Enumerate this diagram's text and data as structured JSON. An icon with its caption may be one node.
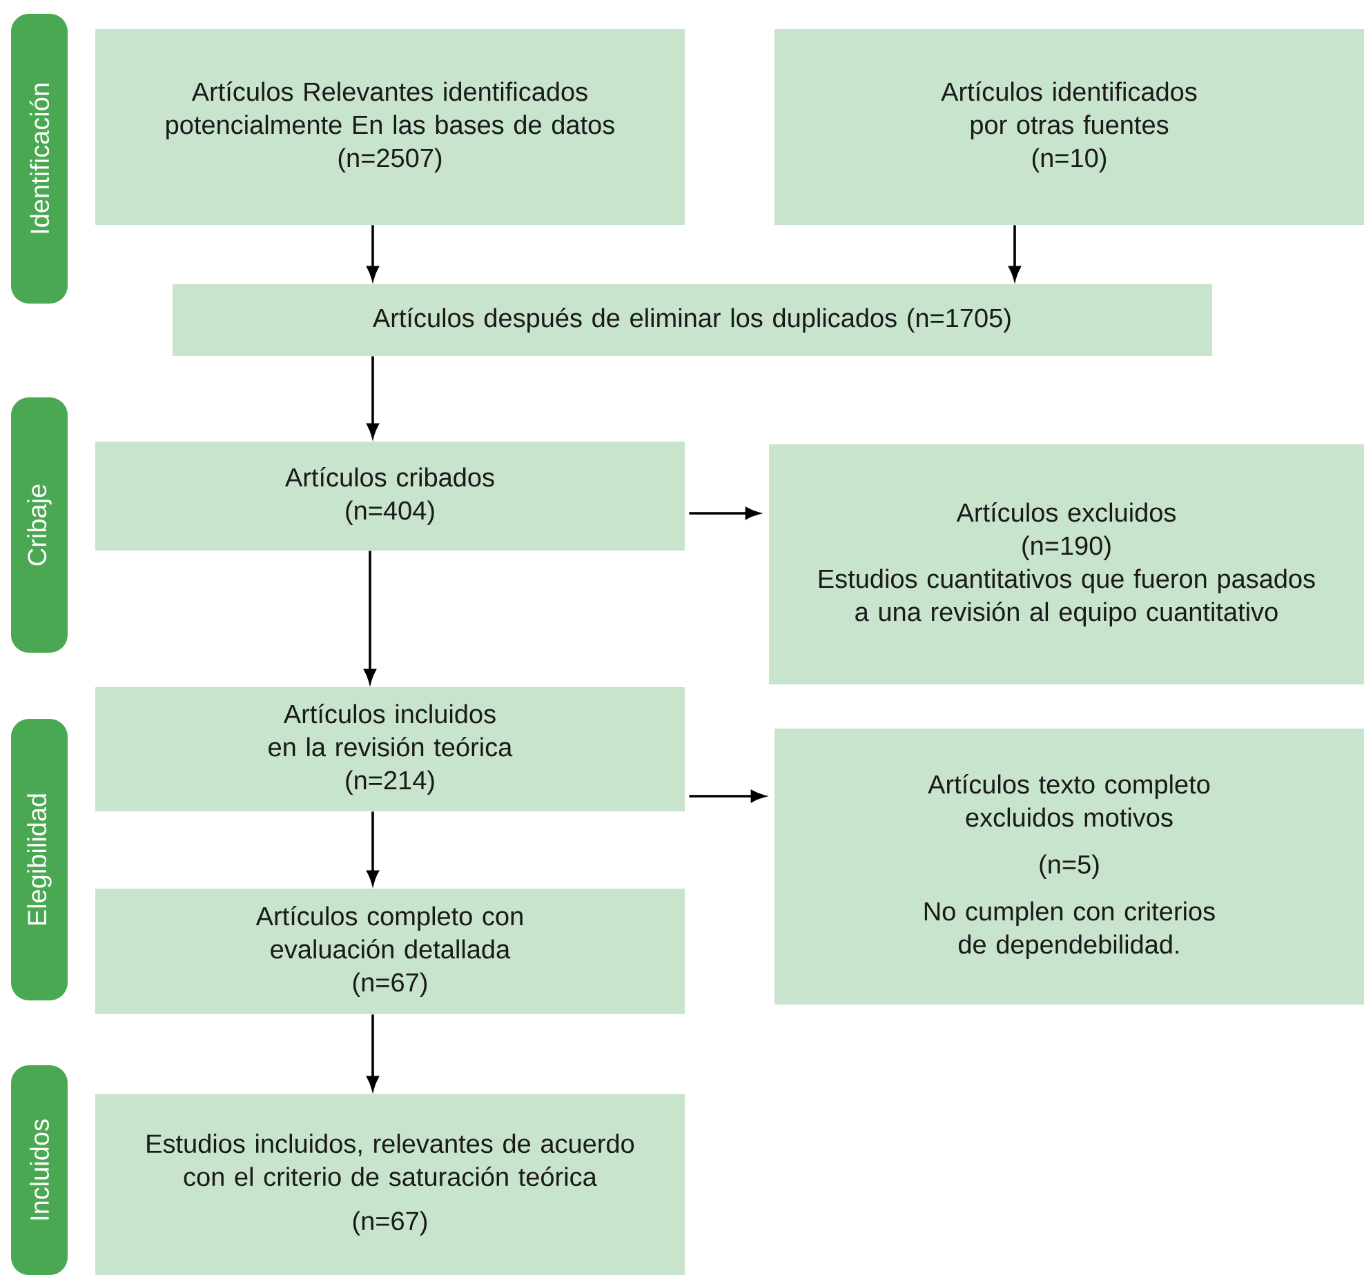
{
  "diagram": {
    "nodes": [
      {
        "text": [
          "Identificación"
        ]
      },
      {
        "text": [
          "Artículos Relevantes identificados potencialmente En las bases de datos",
          "(n=2507)"
        ]
      },
      {
        "text": [
          "Artículos identificados por otras fuentes",
          "(n=10)"
        ]
      },
      {
        "text": [
          "Artículos después de eliminar los duplicados (n=1705)"
        ]
      },
      {
        "text": [
          "Cribaje"
        ]
      },
      {
        "text": [
          "Artículos cribados",
          "(n=404)"
        ]
      },
      {
        "text": [
          "Artículos excluidos",
          "(n=190)",
          "Estudios cuantitativos que fueron pasados a una revisión al equipo cuantitativo"
        ]
      },
      {
        "text": [
          "Elegibilidad"
        ]
      },
      {
        "text": [
          "Artículos incluidos en la revisión teórica",
          "(n=214)"
        ]
      },
      {
        "text": [
          "Artículos texto completo excluidos motivos",
          "(n=5)",
          "No cumplen con criterios de dependebilidad."
        ]
      },
      {
        "text": [
          "Artículos completo con evaluación detallada",
          "(n=67)"
        ]
      },
      {
        "text": [
          "Incluidos"
        ]
      },
      {
        "text": [
          "Estudios incluidos, relevantes de acuerdo con el criterio de saturación teórica",
          "(n=67)"
        ]
      }
    ],
    "edges": [
      {
        "from": 1,
        "to": 3,
        "arrow": "to"
      },
      {
        "from": 2,
        "to": 3,
        "arrow": "to"
      },
      {
        "from": 3,
        "to": 5,
        "arrow": "to"
      },
      {
        "from": 5,
        "to": 6,
        "arrow": "to"
      },
      {
        "from": 5,
        "to": 8,
        "arrow": "to"
      },
      {
        "from": 8,
        "to": 9,
        "arrow": "to"
      },
      {
        "from": 8,
        "to": 10,
        "arrow": "to"
      },
      {
        "from": 10,
        "to": 12,
        "arrow": "to"
      }
    ]
  }
}
